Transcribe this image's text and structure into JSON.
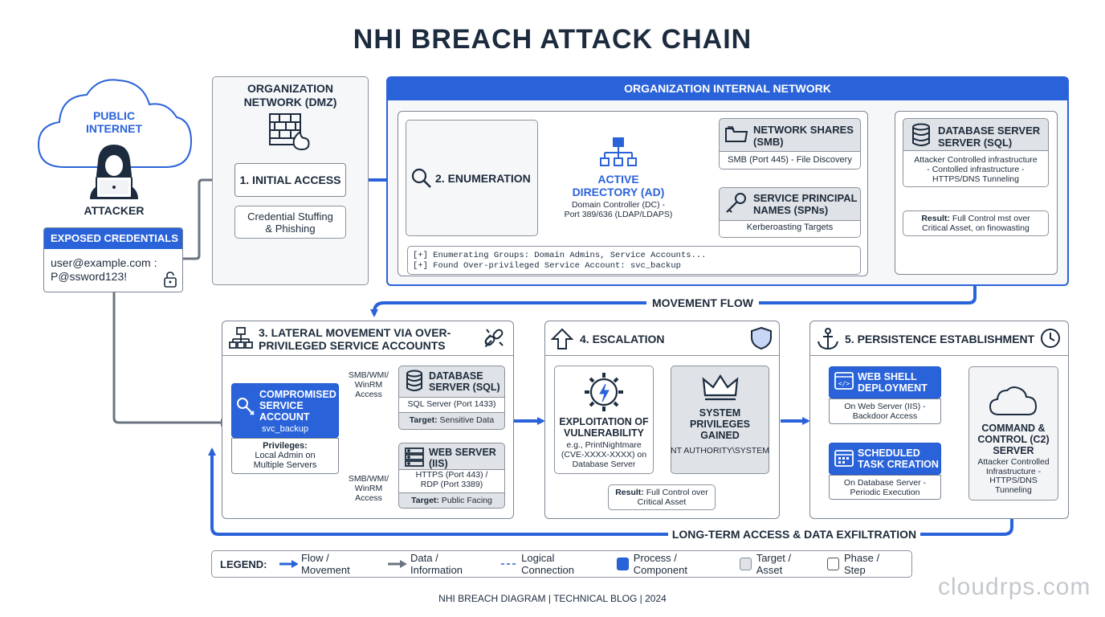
{
  "title": "NHI BREACH ATTACK CHAIN",
  "public_internet": {
    "label": "PUBLIC\nINTERNET",
    "attacker": "ATTACKER"
  },
  "exposed_credentials": {
    "header": "EXPOSED CREDENTIALS",
    "value": "user@example.com :\nP@ssword123!"
  },
  "dmz": {
    "title": "ORGANIZATION\nNETWORK (DMZ)",
    "initial_access": "1. INITIAL ACCESS",
    "method": "Credential Stuffing\n& Phishing"
  },
  "internal": {
    "title": "ORGANIZATION INTERNAL NETWORK",
    "enumeration": "2. ENUMERATION",
    "ad_title": "ACTIVE\nDIRECTORY (AD)",
    "ad_desc": "Domain Controller (DC) -\nPort 389/636 (LDAP/LDAPS)",
    "shares_title": "NETWORK SHARES\n(SMB)",
    "shares_desc": "SMB (Port 445) - File Discovery",
    "spn_title": "SERVICE PRINCIPAL\nNAMES (SPNs)",
    "spn_desc": "Kerberoasting Targets",
    "console_1": "[+] Enumerating Groups: Domain Admins, Service Accounts...",
    "console_2": "[+] Found Over-privileged Service Account: svc_backup",
    "db_title": "DATABASE SERVER\nSERVER (SQL)",
    "db_desc": "Attacker Controlled infrastructure\n- Contolled infrastructure -\nHTTPS/DNS Tunneling",
    "db_result_label": "Result:",
    "db_result": " Full Control mst over\nCritical Asset, on finowasting"
  },
  "movement_flow": "MOVEMENT FLOW",
  "lateral": {
    "title": "3. LATERAL MOVEMENT VIA OVER-\nPRIVILEGED SERVICE ACCOUNTS",
    "account_title": "COMPROMISED\nSERVICE\nACCOUNT",
    "account_name": "svc_backup",
    "privileges_label": "Privileges:",
    "privileges": "Local Admin on\nMultiple Servers",
    "access_1": "SMB/WMI/\nWinRM\nAccess",
    "access_2": "SMB/WMI/\nWinRM\nAccess",
    "db_title": "DATABASE\nSERVER (SQL)",
    "db_port": "SQL Server (Port 1433)",
    "db_target_label": "Target:",
    "db_target": " Sensitive Data",
    "web_title": "WEB SERVER\n(IIS)",
    "web_ports": "HTTPS (Port 443) /\nRDP (Port 3389)",
    "web_target_label": "Target:",
    "web_target": " Public Facing"
  },
  "escalation": {
    "title": "4. ESCALATION",
    "exploit_title": "EXPLOITATION OF\nVULNERABILITY",
    "exploit_desc": "e.g., PrintNightmare\n(CVE-XXXX-XXXX) on\nDatabase Server",
    "system_title": "SYSTEM\nPRIVILEGES\nGAINED",
    "system_desc": "NT AUTHORITY\\SYSTEM",
    "result_label": "Result:",
    "result": " Full Control over\nCritical Asset"
  },
  "persistence": {
    "title": "5. PERSISTENCE ESTABLISHMENT",
    "webshell_title": "WEB SHELL\nDEPLOYMENT",
    "webshell_desc": "On Web Server (IIS) -\nBackdoor Access",
    "task_title": "SCHEDULED\nTASK CREATION",
    "task_desc": "On Database Server -\nPeriodic Execution",
    "c2_title": "COMMAND &\nCONTROL (C2)\nSERVER",
    "c2_desc": "Attacker Controlled\nInfrastructure -\nHTTPS/DNS\nTunneling"
  },
  "long_term": "LONG-TERM ACCESS & DATA EXFILTRATION",
  "legend": {
    "label": "LEGEND:",
    "flow": "Flow / Movement",
    "data": "Data / Information",
    "logical": "Logical Connection",
    "process": "Process / Component",
    "target": "Target / Asset",
    "phase": "Phase / Step"
  },
  "footer": "NHI BREACH DIAGRAM | TECHNICAL BLOG | 2024",
  "watermark": "cloudrps.com",
  "colors": {
    "blue": "#2a63d9",
    "dark": "#1c2b3e",
    "gray_fill": "#dfe2e6"
  }
}
